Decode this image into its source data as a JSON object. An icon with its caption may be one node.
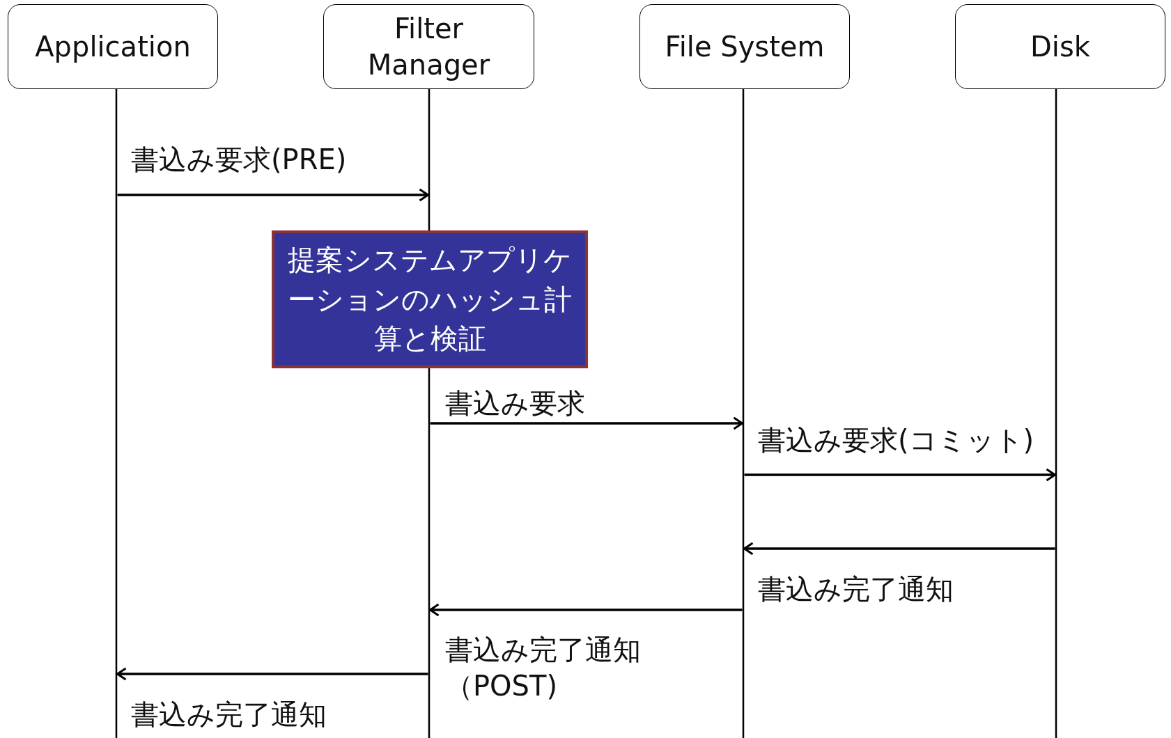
{
  "diagram": {
    "nodes": [
      {
        "text": [
          "Application"
        ]
      },
      {
        "text": [
          "Filter Manager"
        ]
      },
      {
        "text": [
          "File System"
        ]
      },
      {
        "text": [
          "Disk"
        ]
      },
      {
        "text": [
          "提案システムアプリケーションのハッシュ計算と検証"
        ]
      }
    ],
    "edges": [
      {
        "from": 0,
        "to": 1,
        "arrow": "to",
        "label": "書込み要求(PRE)"
      },
      {
        "from": 1,
        "to": 2,
        "arrow": "to",
        "label": "書込み要求"
      },
      {
        "from": 2,
        "to": 3,
        "arrow": "to",
        "label": "書込み要求(コミット)"
      },
      {
        "from": 3,
        "to": 2,
        "arrow": "to",
        "label": "書込み完了通知"
      },
      {
        "from": 2,
        "to": 1,
        "arrow": "to",
        "label": "書込み完了通知（POST)"
      },
      {
        "from": 1,
        "to": 0,
        "arrow": "to",
        "label": "書込み完了通知"
      }
    ]
  }
}
